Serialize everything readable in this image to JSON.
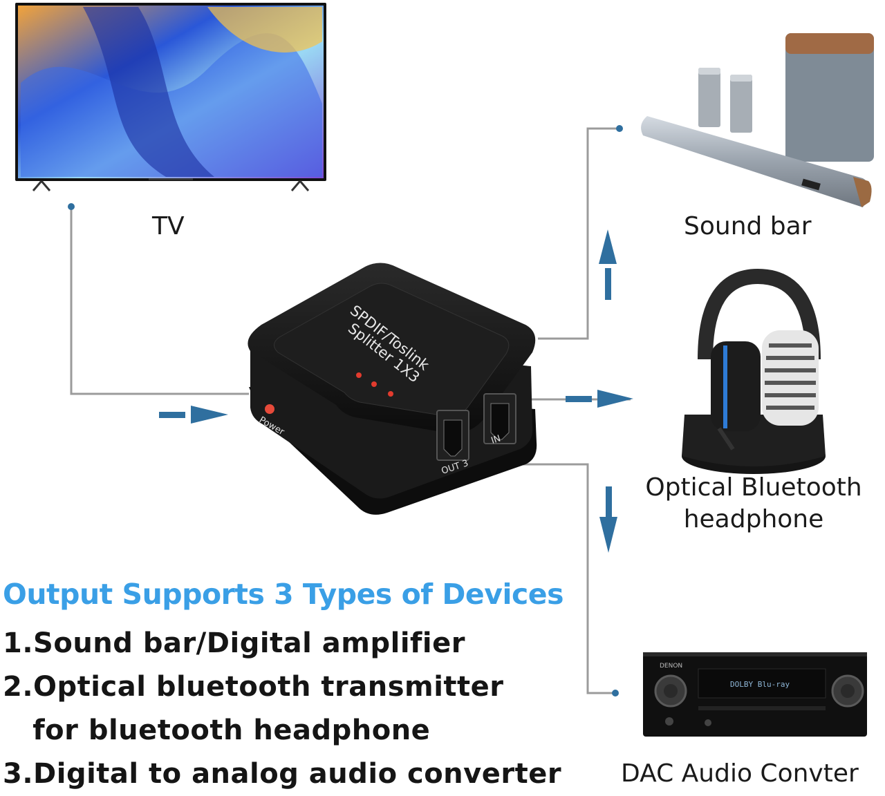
{
  "devices": {
    "tv": "TV",
    "sound_bar": "Sound bar",
    "headphone_line1": "Optical Bluetooth",
    "headphone_line2": "headphone",
    "dac": "DAC Audio Convter"
  },
  "splitter": {
    "line1": "SPDIF/Toslink",
    "line2": "Splitter 1X3",
    "power_label": "Power",
    "out_label": "OUT 3",
    "in_label": "IN"
  },
  "receiver_brand": "DENON",
  "receiver_display": "DOLBY    Blu-ray",
  "headline": "Output Supports 3 Types of Devices",
  "list": [
    "1.Sound bar/Digital amplifier",
    "2.Optical bluetooth transmitter",
    "   for bluetooth headphone",
    "3.Digital to analog audio converter"
  ],
  "colors": {
    "accent_blue": "#3a9fe6",
    "arrow_blue": "#2f6f9f",
    "line_gray": "#9b9b9b"
  }
}
